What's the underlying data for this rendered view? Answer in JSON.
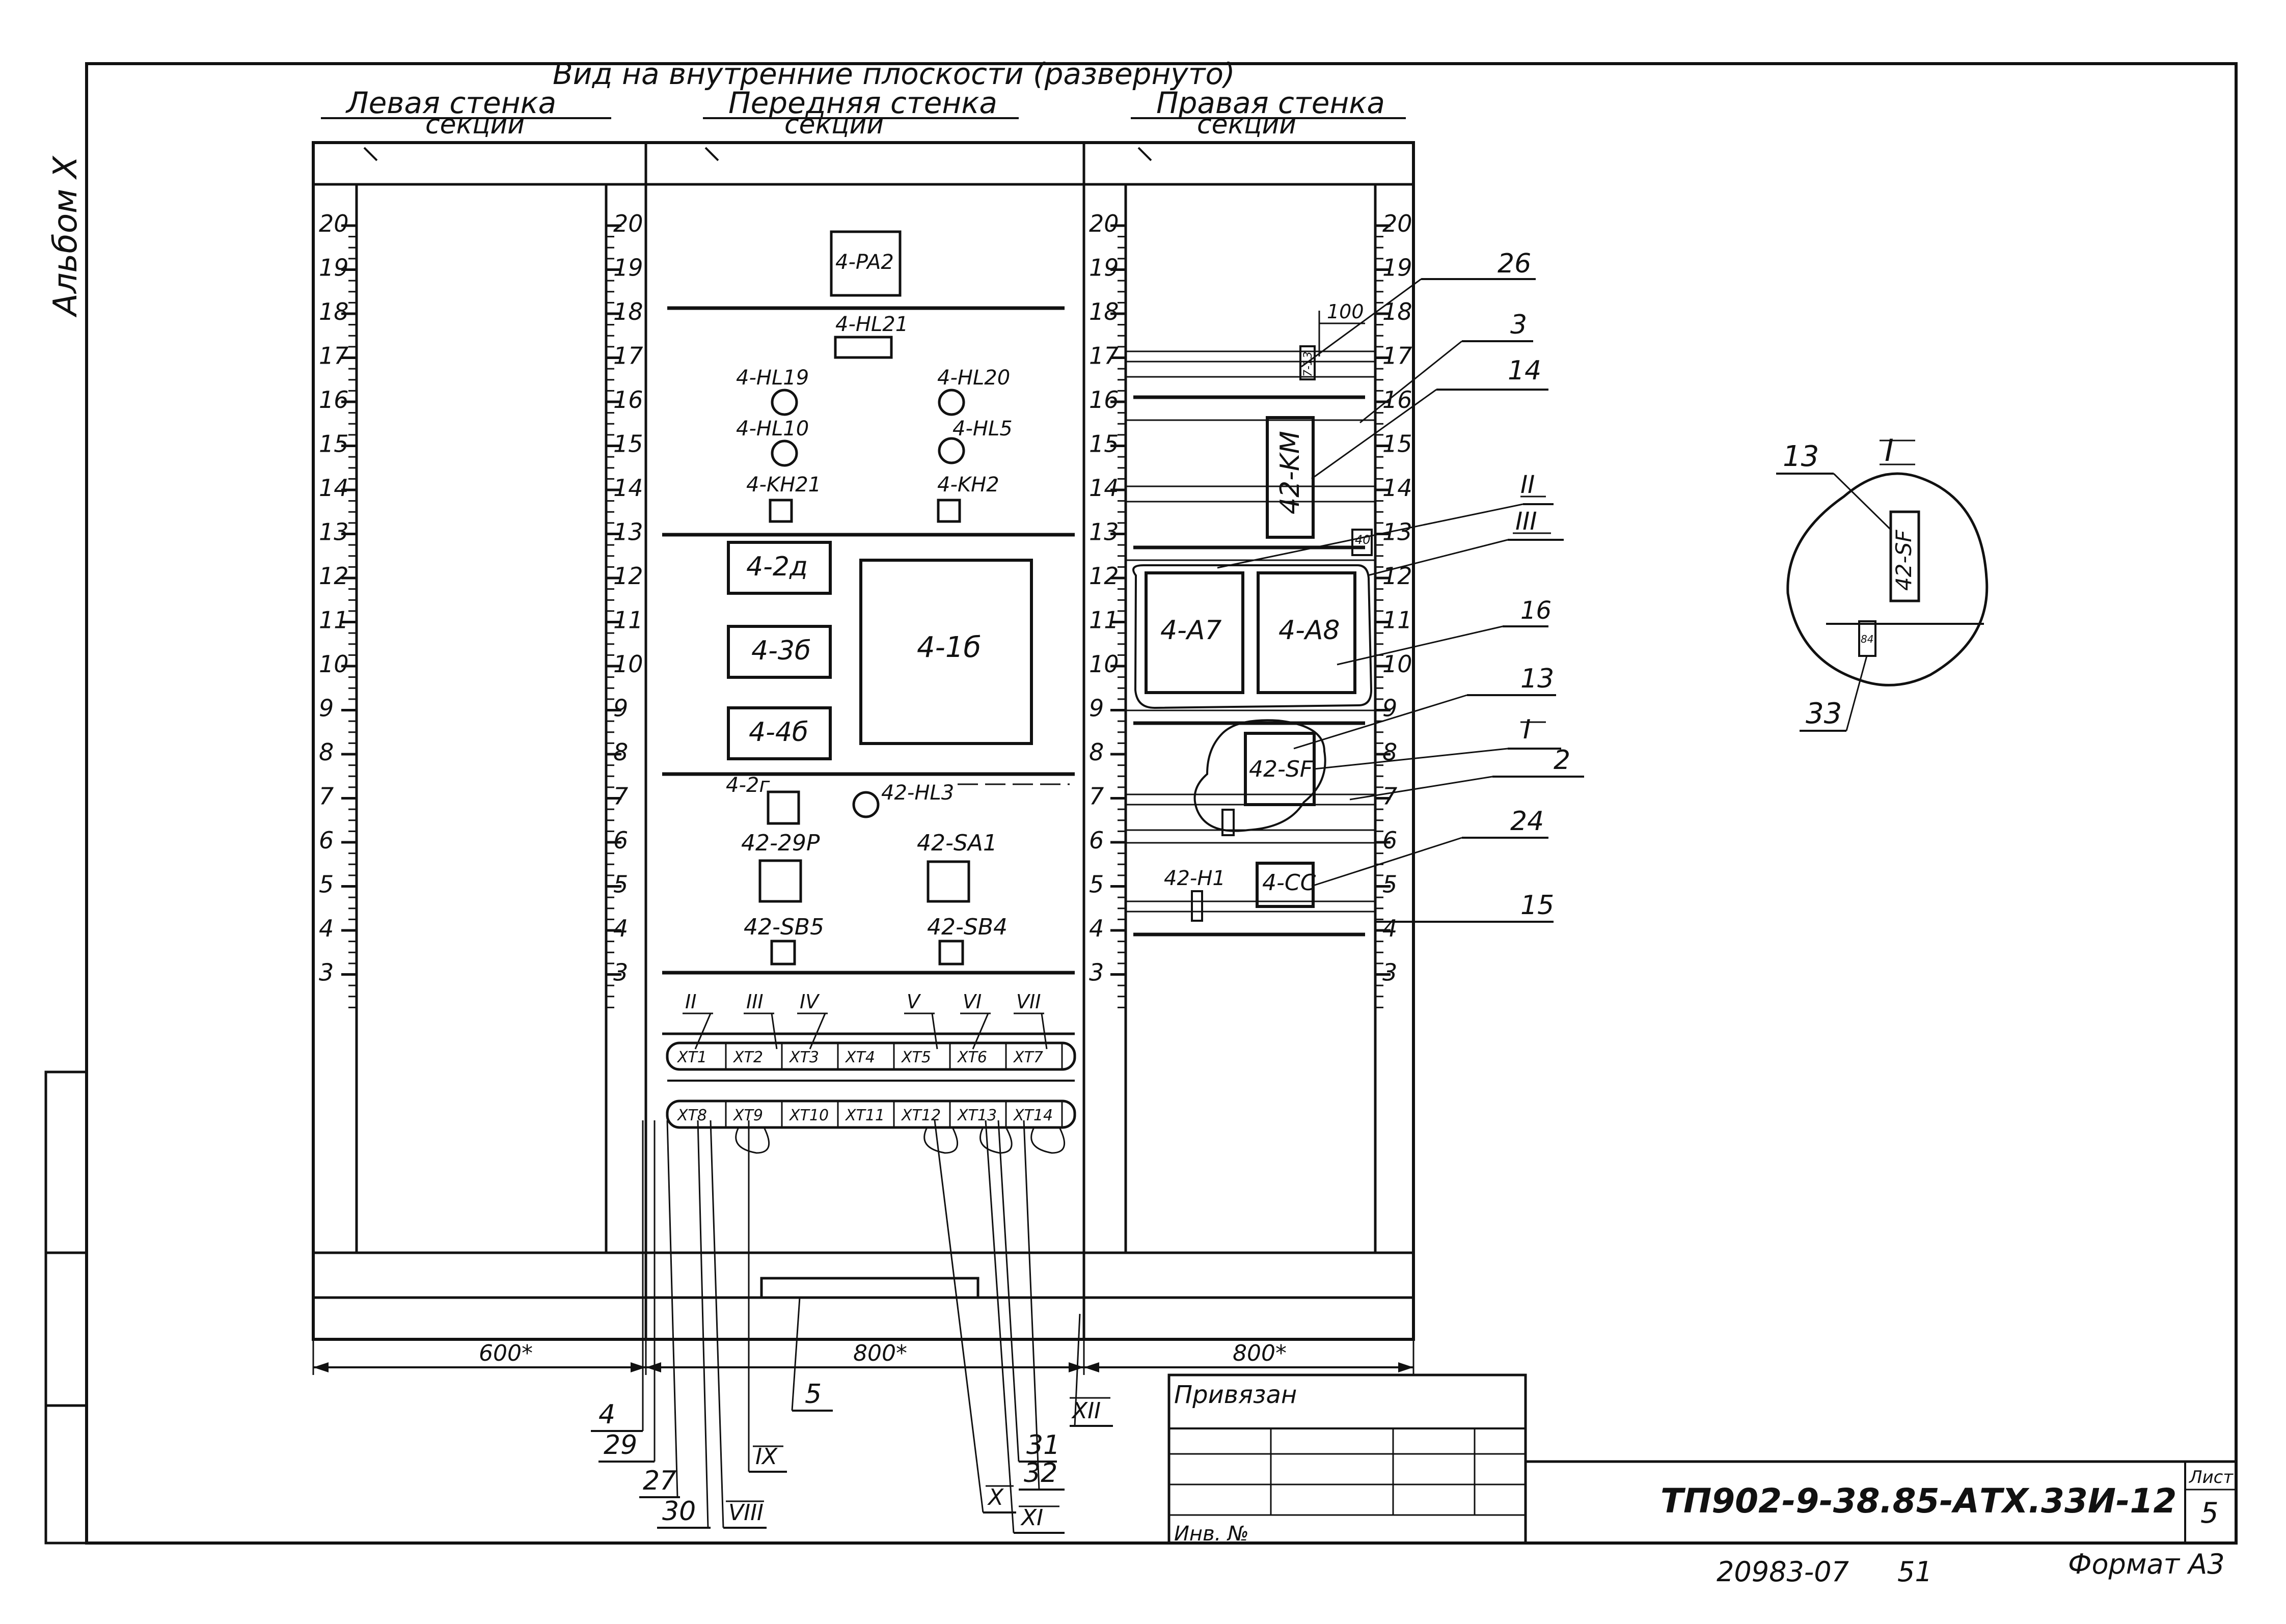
{
  "album_label": "Альбом X",
  "view_title": "Вид на внутренние плоскости (развернуто)",
  "walls": {
    "left": {
      "line1": "Левая стенка",
      "line2": "секции"
    },
    "front": {
      "line1": "Передняя стенка",
      "line2": "секции"
    },
    "right": {
      "line1": "Правая стенка",
      "line2": "секции"
    }
  },
  "scale_numbers": [
    "20",
    "19",
    "18",
    "17",
    "16",
    "15",
    "14",
    "13",
    "12",
    "11",
    "10",
    "9",
    "8",
    "7",
    "6",
    "5",
    "4",
    "3"
  ],
  "front_devices": {
    "pa2": "4-PA2",
    "hl21": "4-HL21",
    "hl19": "4-HL19",
    "hl20": "4-HL20",
    "hl10": "4-HL10",
    "hl5": "4-HL5",
    "kh21": "4-KH21",
    "kh2": "4-KH2",
    "d2": "4-2д",
    "d3": "4-3б",
    "d4": "4-4б",
    "d1": "4-1б",
    "g2": "4-2г",
    "hl3": "42-HL3",
    "p29": "42-29P",
    "sa1": "42-SA1",
    "sb5": "42-SB5",
    "sb4": "42-SB4"
  },
  "terminal_marks": [
    "II",
    "III",
    "IV",
    "V",
    "VI",
    "VII"
  ],
  "terminals_top": [
    "XT1",
    "XT2",
    "XT3",
    "XT4",
    "XT5",
    "XT6",
    "XT7"
  ],
  "terminals_bottom": [
    "XT8",
    "XT9",
    "XT10",
    "XT11",
    "XT12",
    "XT13",
    "XT14"
  ],
  "right_devices": {
    "km": "42-KM",
    "a7": "4-A7",
    "a8": "4-A8",
    "sf": "42-SF",
    "h1": "42-H1",
    "cc": "4-CC",
    "small_top": "7-13",
    "small_mid": "40",
    "dim100": "100"
  },
  "callouts_right": [
    "26",
    "3",
    "14",
    "II",
    "III",
    "16",
    "13",
    "I",
    "2",
    "24",
    "15"
  ],
  "detail": {
    "title": "I",
    "callout13": "13",
    "sf": "42-SF",
    "callout33": "33",
    "small": "84"
  },
  "bottom_dims": {
    "left": "600*",
    "front": "800*",
    "right": "800*"
  },
  "bottom_callouts": {
    "c5": "5",
    "c4": "4",
    "c29": "29",
    "c27": "27",
    "c30": "30",
    "c8": "VIII",
    "c9": "IX",
    "c10": "X",
    "c11": "XI",
    "c12": "XII",
    "c31": "31",
    "c32": "32"
  },
  "title_block": {
    "privyazan": "Привязан",
    "inv": "Инв. №",
    "doc_code": "ТП902-9-38.85-АТХ.33И-12",
    "sheet_label": "Лист",
    "sheet_num": "5",
    "archive_num": "20983-07",
    "page_num": "51",
    "format": "Формат А3"
  }
}
